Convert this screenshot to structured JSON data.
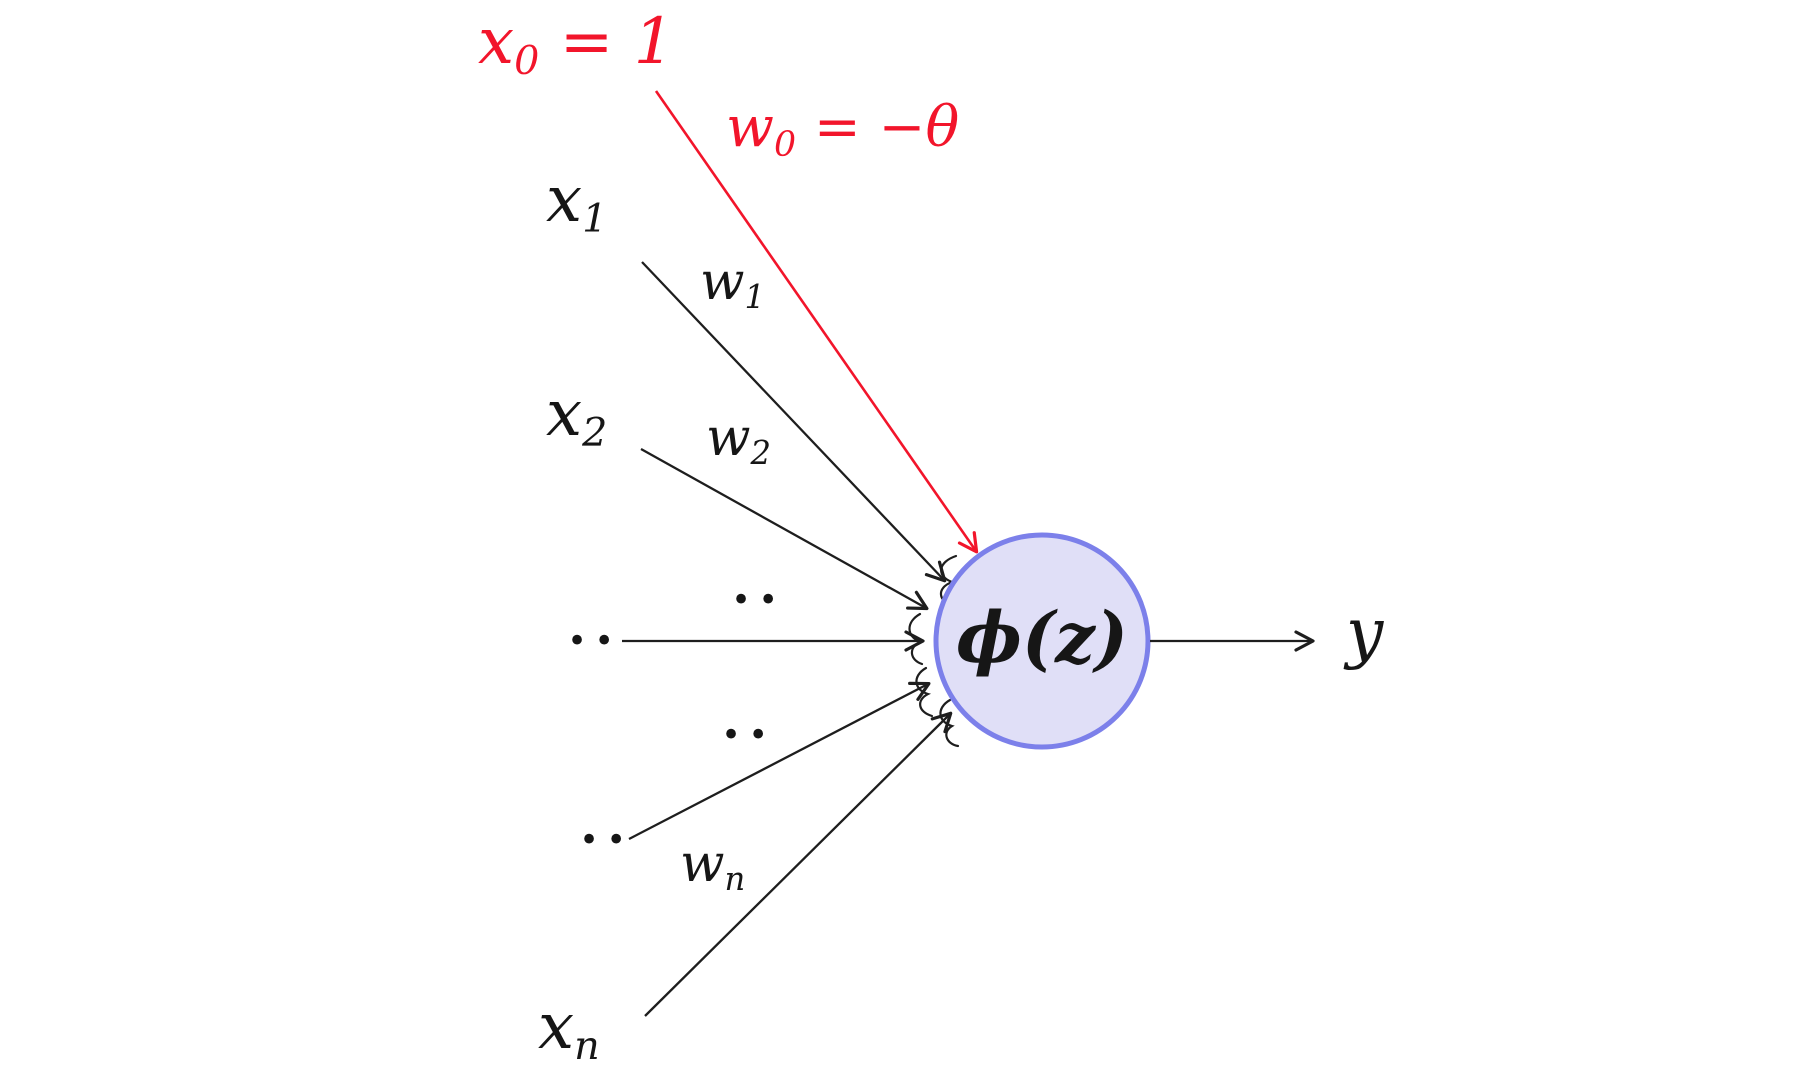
{
  "diagram": {
    "kind": "artificial-neuron",
    "labels": {
      "x0": {
        "main": "x",
        "sub": "0",
        "rest": " = 1"
      },
      "w0": {
        "main": "w",
        "sub": "0",
        "rest": " = −θ"
      },
      "x1": {
        "main": "x",
        "sub": "1"
      },
      "w1": {
        "main": "w",
        "sub": "1"
      },
      "x2": {
        "main": "x",
        "sub": "2"
      },
      "w2": {
        "main": "w",
        "sub": "2"
      },
      "xn": {
        "main": "x",
        "sub": "n"
      },
      "wn": {
        "main": "w",
        "sub": "n"
      },
      "dots": "..",
      "node": "ϕ(z)",
      "output": "y"
    },
    "colors": {
      "accent_red": "#f2152b",
      "line": "#1e1e1e",
      "node_fill": "#e0dff7",
      "node_border": "#7c80ea",
      "text": "#161616",
      "bg": "#ffffff"
    }
  }
}
